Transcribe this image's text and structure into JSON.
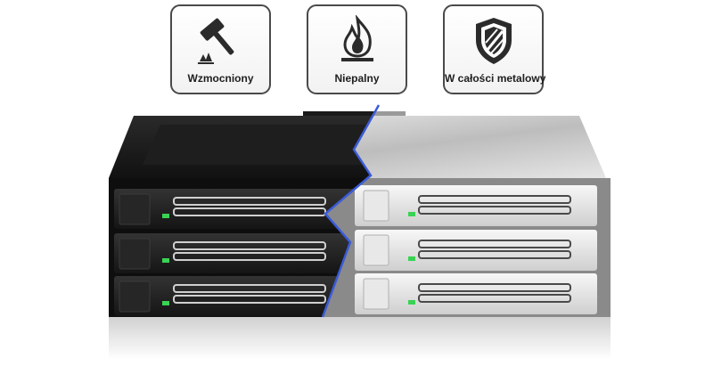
{
  "features": [
    {
      "label": "Wzmocniony",
      "icon": "hammer-icon"
    },
    {
      "label": "Niepalny",
      "icon": "flame-icon"
    },
    {
      "label": "W całości metalowy",
      "icon": "shield-icon"
    }
  ],
  "colors": {
    "badge_border": "#4a4a4a",
    "black_enclosure": "#1b1b1b",
    "silver_enclosure": "#d8d8d8",
    "split_line": "#3a5bd9",
    "led_green": "#39d353"
  }
}
